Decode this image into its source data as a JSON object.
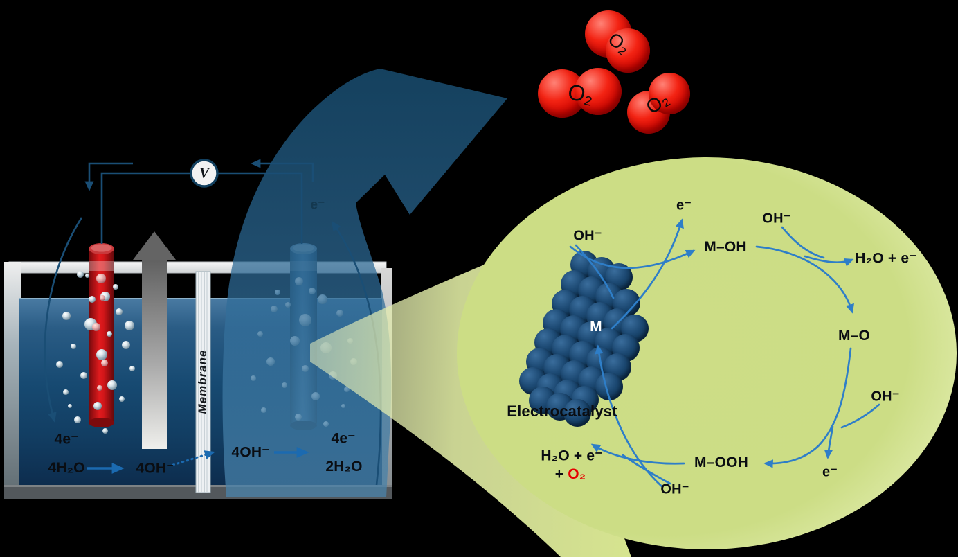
{
  "voltmeter": {
    "label": "V"
  },
  "circuit": {
    "electron_label": "e⁻"
  },
  "cell": {
    "membrane_label": "Membrane",
    "anode_side": {
      "electron_count": "4e⁻",
      "reactant": "4H₂O",
      "product": "4OH⁻"
    },
    "cathode_side": {
      "ion": "4OH⁻",
      "electron_count": "4e⁻",
      "product": "2H₂O"
    }
  },
  "oxygen_molecules": [
    {
      "label": "O₂"
    },
    {
      "label": "O₂"
    },
    {
      "label": "O₂"
    }
  ],
  "magnified_view": {
    "catalyst_label": "Electrocatalyst",
    "metal_site_label": "M",
    "cycle": {
      "oh_in_top": "OH⁻",
      "e_out_top": "e⁻",
      "intermediate_m_oh": "M–OH",
      "oh_in_upper_right": "OH⁻",
      "h2o_e_out_right": "H₂O + e⁻",
      "intermediate_m_o": "M–O",
      "oh_in_lower_right": "OH⁻",
      "e_out_bottom": "e⁻",
      "intermediate_m_ooh": "M–OOH",
      "oh_in_bottom": "OH⁻",
      "h2o_e_out_left": "H₂O + e⁻",
      "o2_plus_sign": "+",
      "o2_out": "O₂"
    }
  },
  "colors": {
    "background": "#000000",
    "o2_red": "#e60000",
    "cycle_arrow_blue": "#2e7ec8",
    "wire_navy": "#1a4e75",
    "ellipse_green": "#ccdd85",
    "cone_green": "#dde98f",
    "water_top_blue": "#3a6e96",
    "water_bottom_blue": "#0e2f51",
    "big_arrow_blue": "#2a648f",
    "anode_red": "#d31619",
    "cathode_blue": "#35648a",
    "membrane_gray": "#e9edef",
    "gas_arrow_gray": "#9b9b9b"
  }
}
